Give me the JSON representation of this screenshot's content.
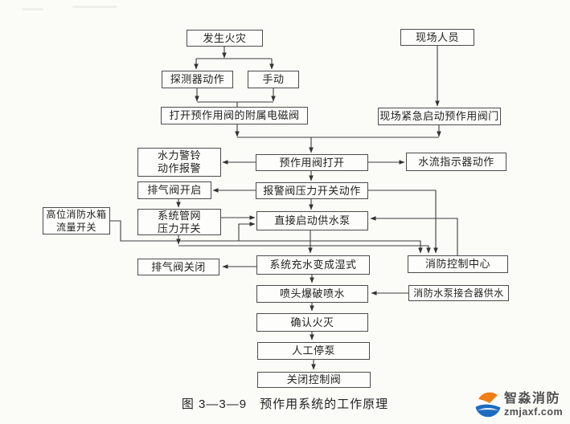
{
  "caption": "图 3—3—9　预作用系统的工作原理",
  "nodes": {
    "fire_occurs": "发生火灾",
    "detector_action": "探测器动作",
    "manual": "手动",
    "open_solenoid_valve": "打开预作用阀的附属电磁阀",
    "site_personnel": "现场人员",
    "site_emergency_start": "现场紧急启动预作用阀门",
    "hydraulic_alarm_bell": "水力警铃\n动作报警",
    "preaction_valve_open": "预作用阀打开",
    "water_flow_indicator": "水流指示器动作",
    "exhaust_valve_open": "排气阀开启",
    "alarm_valve_pressure_switch": "报警阀压力开关动作",
    "tank_flow_switch": "高位消防水箱\n流量开关",
    "pipe_network_pressure_switch": "系统管网\n压力开关",
    "direct_start_pump": "直接启动供水泵",
    "exhaust_valve_close": "排气阀关闭",
    "system_fill_wet": "系统充水变成湿式",
    "fire_control_center": "消防控制中心",
    "pump_adapter_supply": "消防水泵接合器供水",
    "sprinkler_burst_spray": "喷头爆破喷水",
    "confirm_fire_extinguished": "确认火灭",
    "manual_stop_pump": "人工停泵",
    "close_control_valve": "关闭控制阀"
  },
  "watermark": {
    "brand": "智淼消防",
    "url": "zmjaxf.com",
    "colors": {
      "orange": "#f07e14",
      "blue": "#1c6bbf"
    }
  }
}
